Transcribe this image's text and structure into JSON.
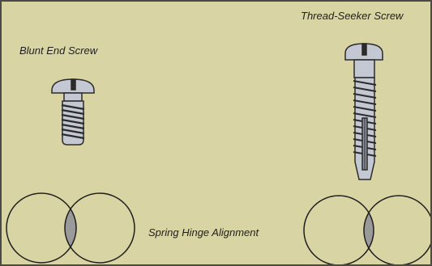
{
  "labels": {
    "blunt_end_screw": "Blunt End Screw",
    "thread_seeker_screw": "Thread-Seeker Screw",
    "spring_hinge_alignment": "Spring Hinge Alignment"
  },
  "colors": {
    "background": "#d9d4a3",
    "border": "#4a4a4a",
    "screw_fill": "#c4c8d2",
    "screw_outline": "#2b2b2b",
    "hinge_circle": "#1e1e1e",
    "hinge_overlap": "#9a9a9a"
  }
}
